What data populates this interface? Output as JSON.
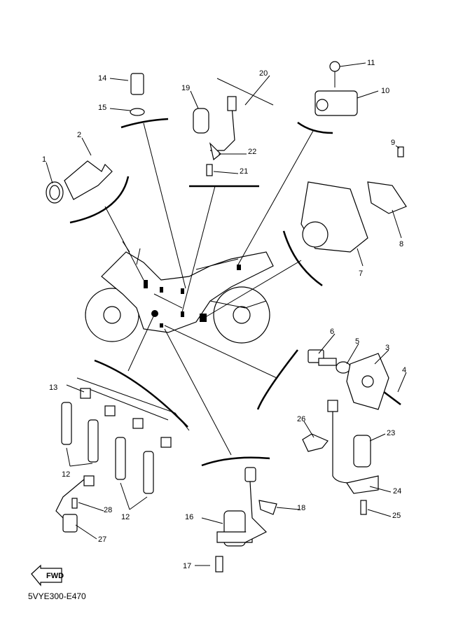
{
  "diagram_code": "5VYE300-E470",
  "fwd_badge": "FWD",
  "callouts": [
    "1",
    "2",
    "3",
    "4",
    "5",
    "6",
    "7",
    "8",
    "9",
    "10",
    "11",
    "12",
    "12",
    "13",
    "14",
    "15",
    "16",
    "17",
    "18",
    "19",
    "20",
    "21",
    "22",
    "23",
    "24",
    "25",
    "26",
    "27",
    "28"
  ]
}
